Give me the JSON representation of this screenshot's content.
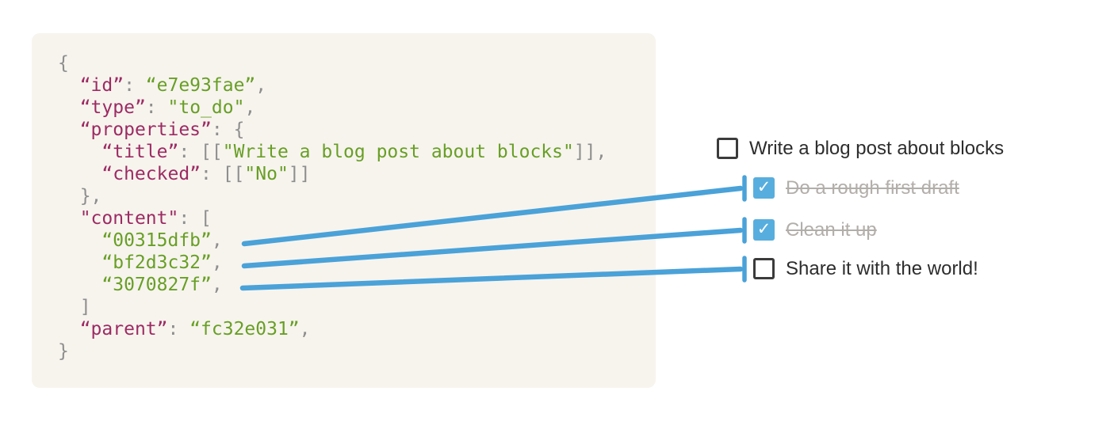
{
  "code_block": {
    "language": "json-like",
    "lines": [
      [
        {
          "c": "pun",
          "t": "{"
        }
      ],
      [
        {
          "c": "sp",
          "t": "  "
        },
        {
          "c": "key",
          "t": "“id”"
        },
        {
          "c": "pun",
          "t": ": "
        },
        {
          "c": "str",
          "t": "“e7e93fae”"
        },
        {
          "c": "pun",
          "t": ","
        }
      ],
      [
        {
          "c": "sp",
          "t": "  "
        },
        {
          "c": "key",
          "t": "“type”"
        },
        {
          "c": "pun",
          "t": ": "
        },
        {
          "c": "str",
          "t": "\"to_do\""
        },
        {
          "c": "pun",
          "t": ","
        }
      ],
      [
        {
          "c": "sp",
          "t": "  "
        },
        {
          "c": "key",
          "t": "“properties”"
        },
        {
          "c": "pun",
          "t": ": {"
        }
      ],
      [
        {
          "c": "sp",
          "t": "    "
        },
        {
          "c": "key",
          "t": "“title”"
        },
        {
          "c": "pun",
          "t": ": [["
        },
        {
          "c": "str",
          "t": "\"Write a blog post about blocks\""
        },
        {
          "c": "pun",
          "t": "]],"
        }
      ],
      [
        {
          "c": "sp",
          "t": "    "
        },
        {
          "c": "key",
          "t": "“checked”"
        },
        {
          "c": "pun",
          "t": ": [["
        },
        {
          "c": "str",
          "t": "\"No\""
        },
        {
          "c": "pun",
          "t": "]]"
        }
      ],
      [
        {
          "c": "sp",
          "t": "  "
        },
        {
          "c": "pun",
          "t": "},"
        }
      ],
      [
        {
          "c": "sp",
          "t": "  "
        },
        {
          "c": "key",
          "t": "\"content\""
        },
        {
          "c": "pun",
          "t": ": ["
        }
      ],
      [
        {
          "c": "sp",
          "t": "    "
        },
        {
          "c": "str",
          "t": "“00315dfb”"
        },
        {
          "c": "pun",
          "t": ","
        }
      ],
      [
        {
          "c": "sp",
          "t": "    "
        },
        {
          "c": "str",
          "t": "“bf2d3c32”"
        },
        {
          "c": "pun",
          "t": ","
        }
      ],
      [
        {
          "c": "sp",
          "t": "    "
        },
        {
          "c": "str",
          "t": "“3070827f”"
        },
        {
          "c": "pun",
          "t": ","
        }
      ],
      [
        {
          "c": "sp",
          "t": "  "
        },
        {
          "c": "pun",
          "t": "]"
        }
      ],
      [
        {
          "c": "sp",
          "t": "  "
        },
        {
          "c": "key",
          "t": "“parent”"
        },
        {
          "c": "pun",
          "t": ": "
        },
        {
          "c": "str",
          "t": "“fc32e031”"
        },
        {
          "c": "pun",
          "t": ","
        }
      ],
      [
        {
          "c": "pun",
          "t": "}"
        }
      ]
    ]
  },
  "todo_list": {
    "items": [
      {
        "label": "Write a blog post about blocks",
        "checked": false,
        "indented": false
      },
      {
        "label": "Do a rough first draft",
        "checked": true,
        "indented": true
      },
      {
        "label": "Clean it up",
        "checked": true,
        "indented": true
      },
      {
        "label": "Share it with the world!",
        "checked": false,
        "indented": true
      }
    ]
  },
  "connectors": [
    {
      "from_content_id": "00315dfb",
      "to_item": "Do a rough first draft"
    },
    {
      "from_content_id": "bf2d3c32",
      "to_item": "Clean it up"
    },
    {
      "from_content_id": "3070827f",
      "to_item": "Share it with the world!"
    }
  ],
  "icons": {
    "checkmark": "✓"
  },
  "colors": {
    "page_bg": "#ffffff",
    "code_bg": "#f7f4ee",
    "code_key": "#9d2b63",
    "code_string": "#689f25",
    "code_punct": "#8e8e8e",
    "connector_blue": "#4aa2d8",
    "checkbox_checked_bg": "#57aede",
    "checkbox_unchecked_border": "#3b3b3b",
    "todo_text": "#2d2d2d",
    "todo_done_text": "#b2aeaa"
  }
}
